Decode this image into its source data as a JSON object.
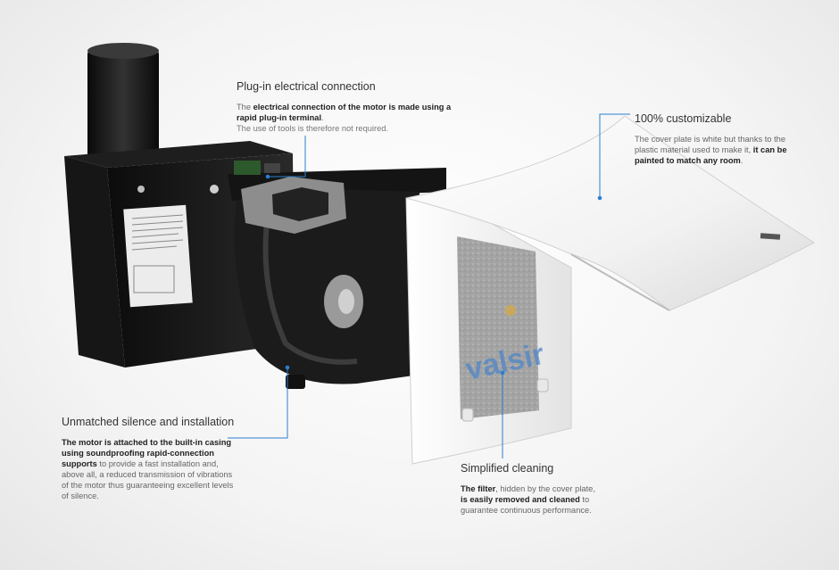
{
  "callouts": {
    "plugin": {
      "title": "Plug-in electrical connection",
      "text_a": "The ",
      "bold_a": "electrical connection of the motor is made using a rapid plug-in terminal",
      "text_b": ".",
      "text_c": "The use of tools is therefore not required."
    },
    "custom": {
      "title": "100% customizable",
      "text_a": "The cover plate is white but thanks to the plastic material used to make it, ",
      "bold_a": "it can be painted to match any room",
      "text_b": "."
    },
    "silence": {
      "title": "Unmatched silence and installation",
      "bold_a": "The motor is attached to the built-in casing using soundproofing rapid-connection supports",
      "text_a": " to provide a fast installation and, above all, a reduced transmission of vibrations of the motor thus guaranteeing excellent levels of silence."
    },
    "cleaning": {
      "title": "Simplified cleaning",
      "bold_a": "The filter",
      "text_a": ", hidden by the cover plate, ",
      "bold_b": "is easily removed and cleaned",
      "text_b": " to guarantee continuous performance."
    }
  },
  "brand": {
    "logo_text": "valsir"
  },
  "colors": {
    "leader": "#2a7fd0",
    "body": "#1a1a1a",
    "cover": "#f7f7f7",
    "filter": "#a9a9a9"
  }
}
